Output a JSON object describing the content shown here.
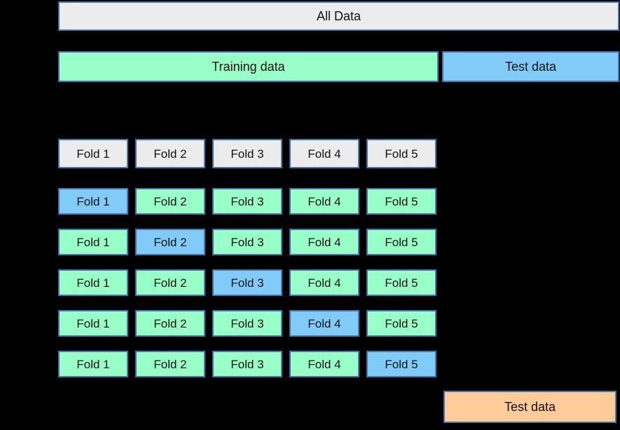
{
  "diagram": {
    "all_data": {
      "label": "All Data"
    },
    "training": {
      "label": "Training data"
    },
    "test_top": {
      "label": "Test data"
    },
    "test_bottom": {
      "label": "Test data"
    },
    "folds": {
      "header": [
        "Fold 1",
        "Fold 2",
        "Fold 3",
        "Fold 4",
        "Fold 5"
      ],
      "cv_rows": [
        {
          "labels": [
            "Fold 1",
            "Fold 2",
            "Fold 3",
            "Fold 4",
            "Fold 5"
          ],
          "highlighted_index": 0
        },
        {
          "labels": [
            "Fold 1",
            "Fold 2",
            "Fold 3",
            "Fold 4",
            "Fold 5"
          ],
          "highlighted_index": 1
        },
        {
          "labels": [
            "Fold 1",
            "Fold 2",
            "Fold 3",
            "Fold 4",
            "Fold 5"
          ],
          "highlighted_index": 2
        },
        {
          "labels": [
            "Fold 1",
            "Fold 2",
            "Fold 3",
            "Fold 4",
            "Fold 5"
          ],
          "highlighted_index": 3
        },
        {
          "labels": [
            "Fold 1",
            "Fold 2",
            "Fold 3",
            "Fold 4",
            "Fold 5"
          ],
          "highlighted_index": 4
        }
      ]
    },
    "colors": {
      "background": "#000000",
      "border": "#4577ad",
      "gray": "#ececec",
      "green": "#99ffc9",
      "blue": "#81cbf8",
      "orange": "#ffcc99"
    },
    "layout": {
      "fold_row_tops": [
        198,
        268,
        326,
        384,
        442,
        500
      ],
      "fold_pitch": 110
    }
  }
}
